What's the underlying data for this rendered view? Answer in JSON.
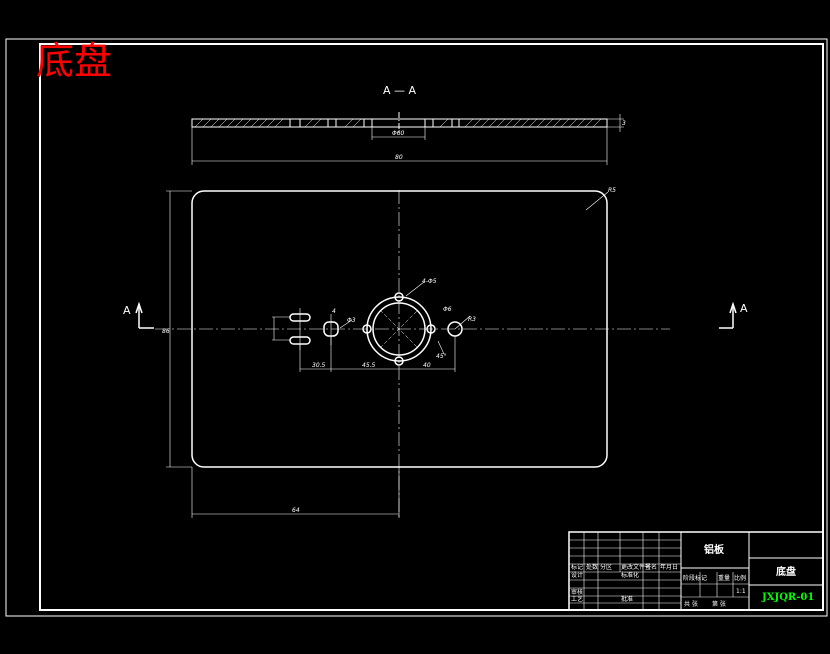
{
  "drawing": {
    "title": "底盘",
    "section_label": "A — A",
    "section_marker_left": "A",
    "section_marker_right": "A",
    "colors": {
      "background": "#000000",
      "lines": "#ffffff",
      "title": "#ff0000",
      "drawing_number": "#00ff00"
    }
  },
  "dimensions": {
    "section_overall_width": "80",
    "section_inner_width": "Φ60",
    "section_thickness": "3",
    "plan_height": "86",
    "plan_half_width": "64",
    "corner_radius": "R5",
    "hole_spacing_a": "30.5",
    "hole_spacing_b": "45.5",
    "hole_spacing_c": "40",
    "slot_width": "4",
    "hole_dia_small": "Φ3",
    "hole_dia_mid": "Φ6",
    "bore_dia": "Φ60",
    "bolt_circle": "4-Φ5",
    "angle": "45°",
    "radius_r3": "R3"
  },
  "title_block": {
    "part_name": "底盘",
    "material": "铝板",
    "drawing_number": "JXJQR-01",
    "scale": "1:1",
    "labels": [
      "标记",
      "处数",
      "分区",
      "更改文件号",
      "签名",
      "年月日",
      "设计",
      "标准化",
      "阶段标记",
      "重量",
      "比例",
      "审核",
      "工艺",
      "批准",
      "共 张",
      "第 张"
    ]
  }
}
